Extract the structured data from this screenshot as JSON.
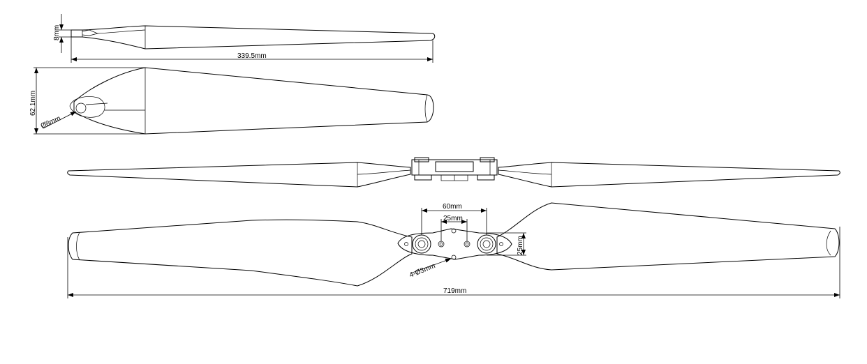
{
  "dimensions": {
    "hub_thickness": "8mm",
    "blade_length": "339.5mm",
    "blade_width": "62.1mm",
    "hole_diameter": "Ø8mm",
    "mount_spacing": "60mm",
    "inner_spacing": "25mm",
    "hub_height": "25mm",
    "bolt_holes": "4-Ø3mm",
    "overall_span": "719mm"
  }
}
